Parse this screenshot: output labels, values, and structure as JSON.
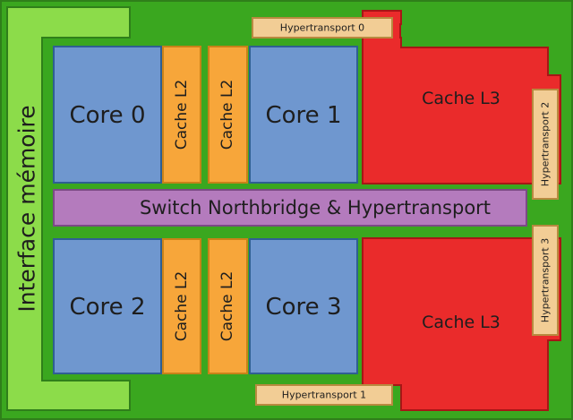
{
  "colors": {
    "die": "#3aa71f",
    "die_border": "#2f7f1a",
    "memory_interface": "#8cdc4a",
    "core": "#6f97cf",
    "core_border": "#2f5f93",
    "cache_l2": "#f7a63a",
    "cache_l2_border": "#c98218",
    "cache_l3": "#ea2b2b",
    "cache_l3_border": "#a71616",
    "switch": "#b47bbd",
    "switch_border": "#7b4a85",
    "hypertransport": "#f2cd95",
    "hypertransport_border": "#b88a40"
  },
  "labels": {
    "memory_interface": "Interface mémoire",
    "core_0": "Core 0",
    "core_1": "Core 1",
    "core_2": "Core 2",
    "core_3": "Core 3",
    "cache_l2": "Cache L2",
    "cache_l3": "Cache L3",
    "switch": "Switch Northbridge & Hypertransport",
    "hypertransport_0": "Hypertransport 0",
    "hypertransport_1": "Hypertransport 1",
    "hypertransport_2": "Hypertransport 2",
    "hypertransport_3": "Hypertransport 3"
  }
}
